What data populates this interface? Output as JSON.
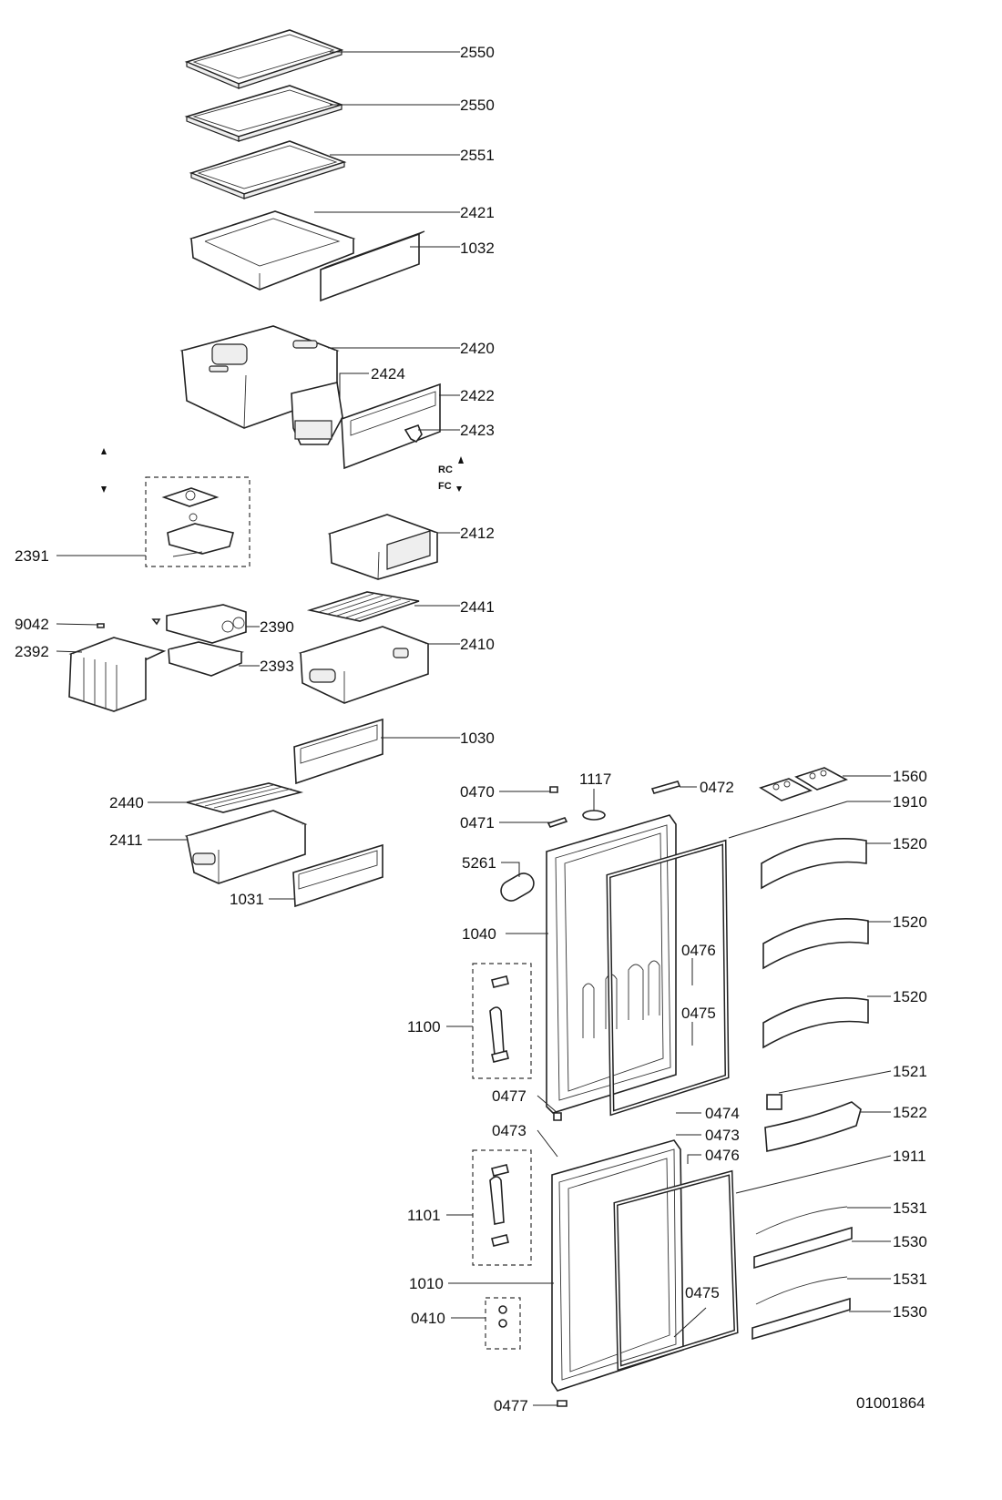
{
  "diagram_number": "01001864",
  "markers": {
    "rc": "RC",
    "fc": "FC"
  },
  "parts": [
    {
      "id": "p2550a",
      "code": "2550"
    },
    {
      "id": "p2550b",
      "code": "2550"
    },
    {
      "id": "p2551",
      "code": "2551"
    },
    {
      "id": "p2421",
      "code": "2421"
    },
    {
      "id": "p1032",
      "code": "1032"
    },
    {
      "id": "p2420",
      "code": "2420"
    },
    {
      "id": "p2424",
      "code": "2424"
    },
    {
      "id": "p2422",
      "code": "2422"
    },
    {
      "id": "p2423",
      "code": "2423"
    },
    {
      "id": "p2391",
      "code": "2391"
    },
    {
      "id": "p2412",
      "code": "2412"
    },
    {
      "id": "p9042",
      "code": "9042"
    },
    {
      "id": "p2390",
      "code": "2390"
    },
    {
      "id": "p2441",
      "code": "2441"
    },
    {
      "id": "p2392",
      "code": "2392"
    },
    {
      "id": "p2393",
      "code": "2393"
    },
    {
      "id": "p2410",
      "code": "2410"
    },
    {
      "id": "p1030",
      "code": "1030"
    },
    {
      "id": "p2440",
      "code": "2440"
    },
    {
      "id": "p2411",
      "code": "2411"
    },
    {
      "id": "p1031",
      "code": "1031"
    },
    {
      "id": "p0470",
      "code": "0470"
    },
    {
      "id": "p1117",
      "code": "1117"
    },
    {
      "id": "p0472",
      "code": "0472"
    },
    {
      "id": "p1560",
      "code": "1560"
    },
    {
      "id": "p1910",
      "code": "1910"
    },
    {
      "id": "p0471",
      "code": "0471"
    },
    {
      "id": "p1520a",
      "code": "1520"
    },
    {
      "id": "p5261",
      "code": "5261"
    },
    {
      "id": "p1520b",
      "code": "1520"
    },
    {
      "id": "p1040",
      "code": "1040"
    },
    {
      "id": "p0476a",
      "code": "0476"
    },
    {
      "id": "p1520c",
      "code": "1520"
    },
    {
      "id": "p0475a",
      "code": "0475"
    },
    {
      "id": "p1100",
      "code": "1100"
    },
    {
      "id": "p1521",
      "code": "1521"
    },
    {
      "id": "p0477a",
      "code": "0477"
    },
    {
      "id": "p0474",
      "code": "0474"
    },
    {
      "id": "p1522",
      "code": "1522"
    },
    {
      "id": "p0473a",
      "code": "0473"
    },
    {
      "id": "p0473b",
      "code": "0473"
    },
    {
      "id": "p0476b",
      "code": "0476"
    },
    {
      "id": "p1911",
      "code": "1911"
    },
    {
      "id": "p1531a",
      "code": "1531"
    },
    {
      "id": "p1101",
      "code": "1101"
    },
    {
      "id": "p1530a",
      "code": "1530"
    },
    {
      "id": "p1531b",
      "code": "1531"
    },
    {
      "id": "p1010",
      "code": "1010"
    },
    {
      "id": "p1530b",
      "code": "1530"
    },
    {
      "id": "p0475b",
      "code": "0475"
    },
    {
      "id": "p0410",
      "code": "0410"
    },
    {
      "id": "p0477b",
      "code": "0477"
    }
  ]
}
